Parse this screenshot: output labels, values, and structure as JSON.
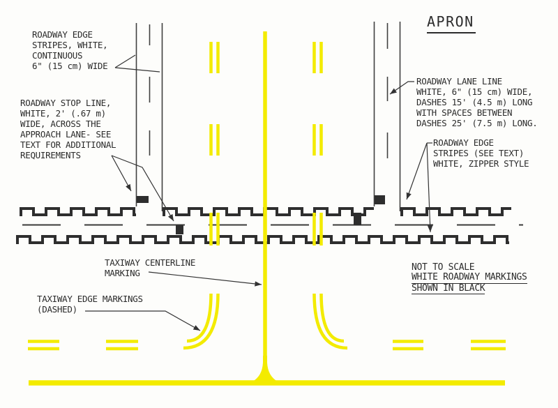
{
  "title": "APRON",
  "colors": {
    "marking_yellow": "#f3eb00",
    "marking_dark": "#2e2e2e"
  },
  "labels": {
    "edge_stripes_left": "ROADWAY EDGE\nSTRIPES, WHITE,\nCONTINUOUS\n6\" (15 cm) WIDE",
    "stop_line": "ROADWAY STOP LINE,\nWHITE, 2' (.67 m)\nWIDE, ACROSS THE\nAPPROACH LANE- SEE\nTEXT FOR ADDITIONAL\nREQUIREMENTS",
    "lane_line": "ROADWAY LANE LINE\nWHITE, 6\" (15 cm) WIDE,\nDASHES 15' (4.5 m) LONG\nWITH SPACES BETWEEN\nDASHES 25' (7.5 m) LONG.",
    "edge_stripes_zipper": "ROADWAY EDGE\nSTRIPES (SEE TEXT)\nWHITE, ZIPPER STYLE",
    "taxiway_centerline": "TAXIWAY CENTERLINE\nMARKING",
    "taxiway_edge": "TAXIWAY EDGE MARKINGS\n(DASHED)",
    "note_line1": "NOT TO SCALE",
    "note_line2": "WHITE ROADWAY MARKINGS",
    "note_line3": "SHOWN IN BLACK"
  }
}
